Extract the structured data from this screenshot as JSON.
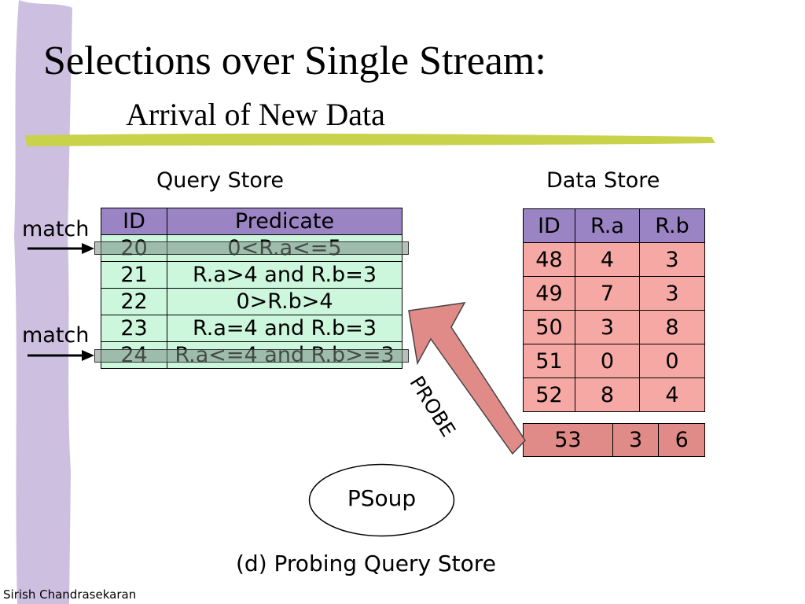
{
  "title": "Selections over Single Stream:",
  "subtitle": "Arrival of New Data",
  "query_store": {
    "label": "Query Store",
    "headers": [
      "ID",
      "Predicate"
    ],
    "rows": [
      {
        "id": "20",
        "predicate": "0<R.a<=5"
      },
      {
        "id": "21",
        "predicate": "R.a>4 and R.b=3"
      },
      {
        "id": "22",
        "predicate": "0>R.b>4"
      },
      {
        "id": "23",
        "predicate": "R.a=4 and R.b=3"
      },
      {
        "id": "24",
        "predicate": "R.a<=4 and R.b>=3"
      }
    ]
  },
  "data_store": {
    "label": "Data Store",
    "headers": [
      "ID",
      "R.a",
      "R.b"
    ],
    "rows": [
      [
        "48",
        "4",
        "3"
      ],
      [
        "49",
        "7",
        "3"
      ],
      [
        "50",
        "3",
        "8"
      ],
      [
        "51",
        "0",
        "0"
      ],
      [
        "52",
        "8",
        "4"
      ]
    ],
    "new_row": [
      "53",
      "3",
      "6"
    ]
  },
  "match_labels": [
    "match",
    "match"
  ],
  "probe_label": "PROBE",
  "psoup_label": "PSoup",
  "caption": "(d) Probing Query Store",
  "footer": "Sirish Chandrasekaran",
  "colors": {
    "left_bar": "#cdbfe0",
    "underline": "#c9d24b",
    "header_purple": "#9b84c4",
    "query_row_green": "#ccf7dd",
    "data_row_pink": "#f6a9a4",
    "new_row_pink": "#e08b88",
    "probe_arrow": "#e08b88"
  }
}
